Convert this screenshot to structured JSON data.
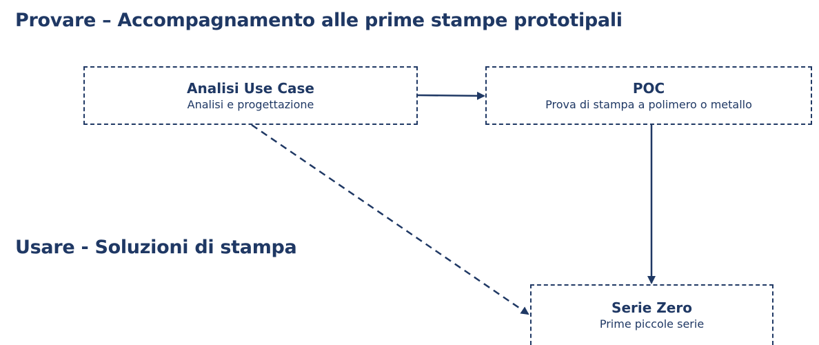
{
  "headings": {
    "provare": "Provare – Accompagnamento alle prime stampe prototipali",
    "usare": "Usare - Soluzioni di stampa"
  },
  "boxes": {
    "analisi": {
      "title": "Analisi Use Case",
      "subtitle": "Analisi e progettazione"
    },
    "poc": {
      "title": "POC",
      "subtitle": "Prova di stampa a polimero o metallo"
    },
    "serie_zero": {
      "title": "Serie Zero",
      "subtitle": "Prime piccole serie"
    }
  },
  "connectors": [
    {
      "from": "analisi",
      "to": "poc",
      "style": "solid"
    },
    {
      "from": "poc",
      "to": "serie_zero",
      "style": "solid"
    },
    {
      "from": "analisi",
      "to": "serie_zero",
      "style": "dashed"
    }
  ],
  "colors": {
    "primary": "#1f3864",
    "background": "#ffffff"
  }
}
